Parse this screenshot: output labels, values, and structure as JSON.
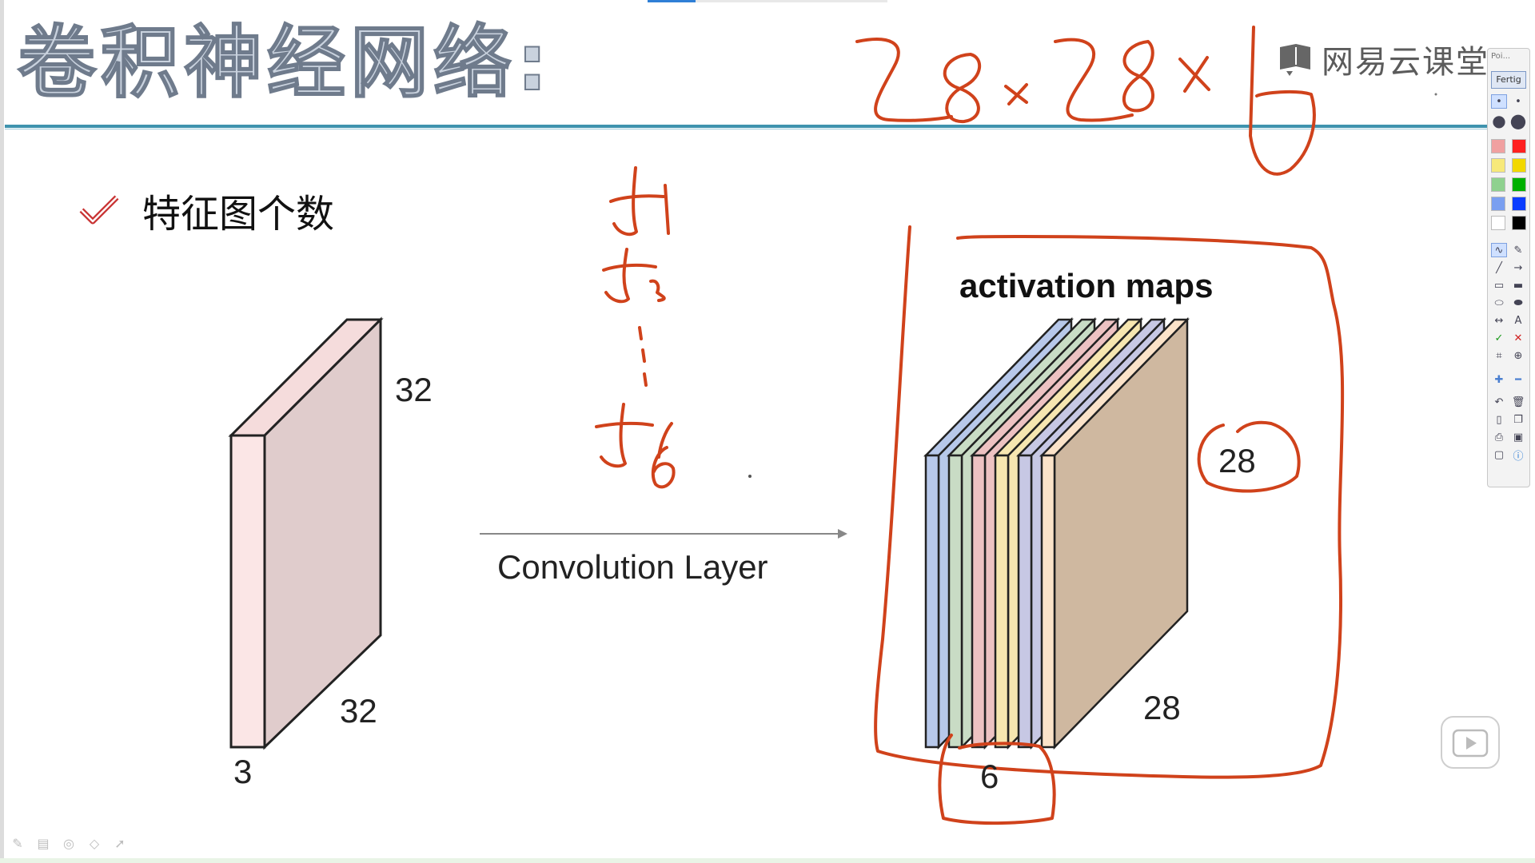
{
  "slide": {
    "title": "卷积神经网络:",
    "bullet_text": "特征图个数",
    "logo_text": "网易云课堂"
  },
  "diagram": {
    "input_height_label": "32",
    "input_width_label": "32",
    "input_depth_label": "3",
    "operation_label": "Convolution Layer",
    "output_title": "activation maps",
    "output_height_label": "28",
    "output_width_label": "28",
    "output_depth_label": "6",
    "map_colors": [
      "#b7c8ea",
      "#c9dcc5",
      "#edc2c2",
      "#f6e6b0",
      "#c7c8e4",
      "#fbe3c9"
    ],
    "input_color": "#e8d2d2",
    "output_front_color": "#cfb8a0"
  },
  "pen_palette": {
    "tab_label": "Poi...",
    "title": "Fertig",
    "colors": [
      "#f0a0a0",
      "#ff2020",
      "#f7e97a",
      "#f2d800",
      "#8fd18f",
      "#00b000",
      "#7a9ff0",
      "#0a3cff",
      "#ffffff",
      "#000000"
    ]
  },
  "colors": {
    "annotation_red": "#d0421b",
    "title_rule": "#3f93ae",
    "checkmark": "#c83232"
  }
}
